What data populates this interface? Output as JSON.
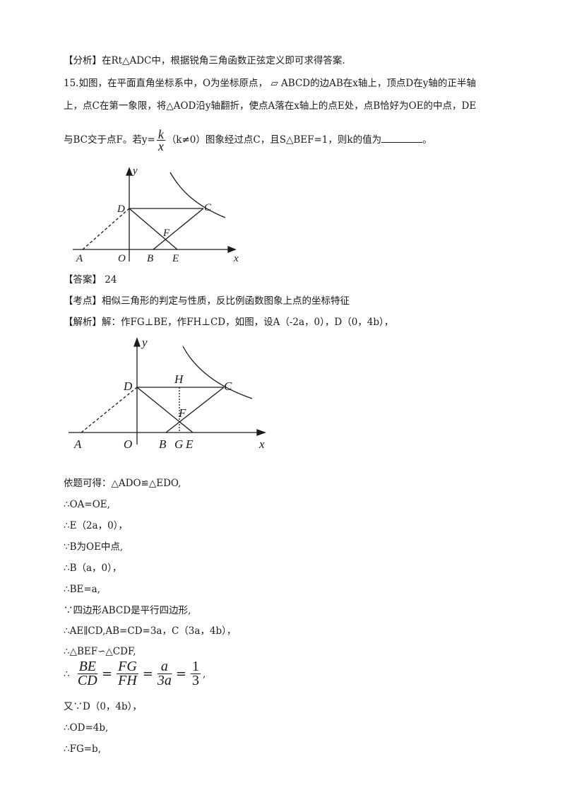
{
  "analysis_line": "【分析】在Rt△ADC中，根据锐角三角函数正弦定义即可求得答案.",
  "question": {
    "line1_a": "15.如图，在平面直角坐标系中，O为坐标原点，",
    "para_symbol": "▱",
    "line1_b": "ABCD的边AB在x轴上，顶点D在y轴的正半轴",
    "line2": "上，点C在第一象限，将△AOD沿y轴翻折，使点A落在x轴上的点E处，点B恰好为OE的中点，DE",
    "line3_a": "与BC交于点F。若y=",
    "frac_num": "k",
    "frac_den": "x",
    "line3_b": "（k≠0）图象经过点C，且S△BEF=1，则k的值为",
    "line3_c": "。"
  },
  "figure1": {
    "labels": {
      "y": "y",
      "x": "x",
      "D": "D",
      "C": "C",
      "F": "F",
      "A": "A",
      "O": "O",
      "B": "B",
      "E": "E"
    }
  },
  "answer": {
    "label": "【答案】",
    "value": "24"
  },
  "kaodian": "【考点】相似三角形的判定与性质，反比例函数图象上点的坐标特征",
  "jiexi": "【解析】解：作FG⊥BE，作FH⊥CD，如图，设A（-2a，0），D（0，4b），",
  "figure2": {
    "labels": {
      "y": "y",
      "x": "x",
      "D": "D",
      "H": "H",
      "C": "C",
      "F": "F",
      "A": "A",
      "O": "O",
      "B": "B",
      "G": "G",
      "E": "E"
    }
  },
  "steps": [
    "依题可得：△ADO≌△EDO,",
    "∴OA=OE,",
    "∴E（2a，0），",
    "∵B为OE中点,",
    "∴B（a，0），",
    "∴BE=a,",
    "∵四边形ABCD是平行四边形,",
    "∴AE∥CD,AB=CD=3a，C（3a，4b），",
    "∴△BEF∽△CDF,"
  ],
  "ratio": {
    "prefix": "∴",
    "f1_num": "BE",
    "f1_den": "CD",
    "f2_num": "FG",
    "f2_den": "FH",
    "f3_num": "a",
    "f3_den": "3a",
    "f4_num": "1",
    "f4_den": "3",
    "eq": "=",
    "suffix": ","
  },
  "steps2": [
    "又∵D（0，4b），",
    "∴OD=4b,",
    "∴FG=b,"
  ]
}
